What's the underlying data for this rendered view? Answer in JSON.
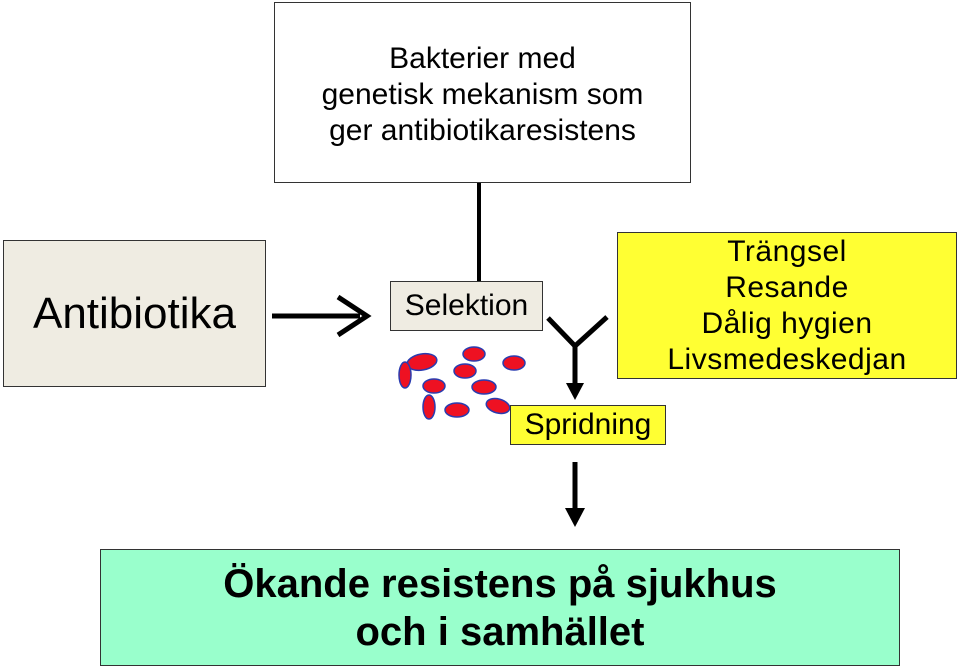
{
  "top_box": {
    "lines": [
      "Bakterier med",
      "genetisk mekanism som",
      "ger antibiotikaresistens"
    ]
  },
  "antibiotika_box": {
    "label": "Antibiotika"
  },
  "selektion_box": {
    "label": "Selektion"
  },
  "factors_box": {
    "lines": [
      "Trängsel",
      "Resande",
      "Dålig hygien",
      "Livsmedeskedjan"
    ]
  },
  "spridning_box": {
    "label": "Spridning"
  },
  "result_box": {
    "lines": [
      "Ökande resistens på sjukhus",
      "och i samhället"
    ]
  },
  "colors": {
    "bacteria_fill": "#ee1122",
    "bacteria_stroke": "#2a3cb0",
    "box_beige": "#efece2",
    "box_yellow": "#ffff33",
    "box_green": "#99ffcc"
  }
}
